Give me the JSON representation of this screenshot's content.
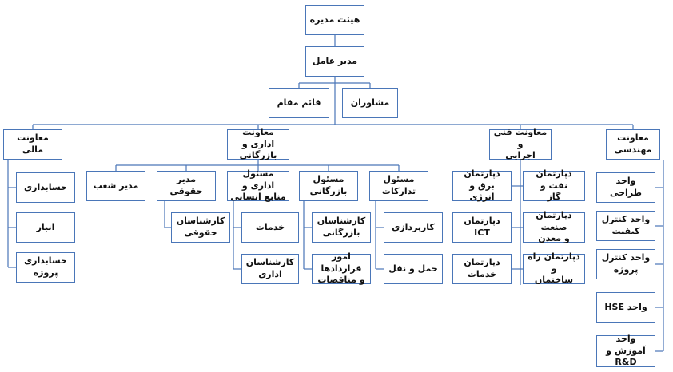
{
  "theme": {
    "line_color": "#4a76b8",
    "text_color": "#111111",
    "background": "#ffffff"
  },
  "nodes": {
    "board": "هیئت مدیره",
    "ceo": "مدیر عامل",
    "deputy": "قائم مقام",
    "advisors": "مشاوران",
    "finance": "معاونت مالی",
    "admin": "معاونت اداری و\nبازرگانی",
    "technical": "معاونت فنی و\nاجرایی",
    "engineering": "معاونت\nمهندسی",
    "accounting": "حسابداری",
    "warehouse": "انبار",
    "project_accounting": "حسابداری\nپروژه",
    "branches_manager": "مدیر شعب",
    "legal_manager": "مدیر حقوقی",
    "hr_manager": "مسئول اداری و\nمنابع انسانی",
    "commerce_manager": "مسئول\nبازرگانی",
    "procurement_manager": "مسئول\nتدارکات",
    "legal_expert": "کارشناسان\nحقوقی",
    "services": "خدمات",
    "admin_experts": "کارشناسان\nاداری",
    "commerce_experts": "کارشناسان\nبازرگانی",
    "contracts": "امور قراردادها\nو مناقصات",
    "purchasing": "کارپردازی",
    "transport": "حمل و نقل",
    "power_dept": "دپارتمان برق و\nانرژی",
    "ict_dept": "دپارتمان  ICT",
    "services_dept": "دپارتمان\nخدمات",
    "oil_dept": "دپارتمان نفت و\nگاز",
    "industry_dept": "دپارتمان صنعت\nو معدن",
    "road_dept": "دپارتمان راه و\nساختمان",
    "design_unit": "واحد طراحی",
    "qc_unit": "واحد کنترل\nکیفیت",
    "project_control_unit": "واحد کنترل\nپروژه",
    "hse_unit": "واحد HSE",
    "training_unit": "واحد آموزش و\nR&D"
  }
}
